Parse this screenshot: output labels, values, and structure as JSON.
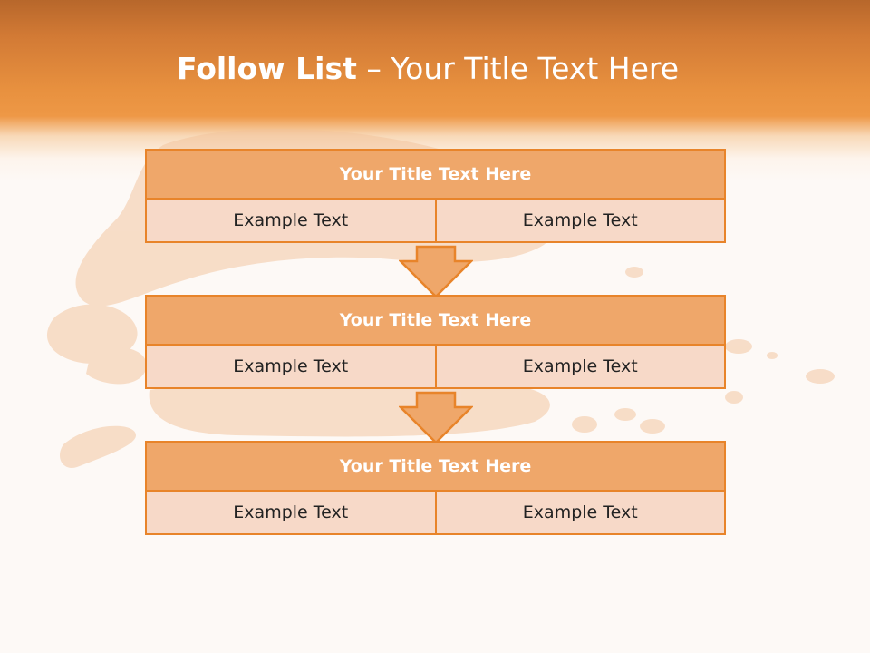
{
  "slide": {
    "title_bold": "Follow List",
    "title_rest": " – Your Title Text Here"
  },
  "steps": [
    {
      "title": "Your Title Text Here",
      "left": "Example Text",
      "right": "Example Text"
    },
    {
      "title": "Your Title Text Here",
      "left": "Example Text",
      "right": "Example Text"
    },
    {
      "title": "Your Title Text Here",
      "left": "Example Text",
      "right": "Example Text"
    }
  ],
  "colors": {
    "header_orange": "#ee9846",
    "title_bar_fill": "#efa76a",
    "cell_fill": "#f7d9c8",
    "border": "#e8842a",
    "arrow_fill": "#efa76a"
  }
}
